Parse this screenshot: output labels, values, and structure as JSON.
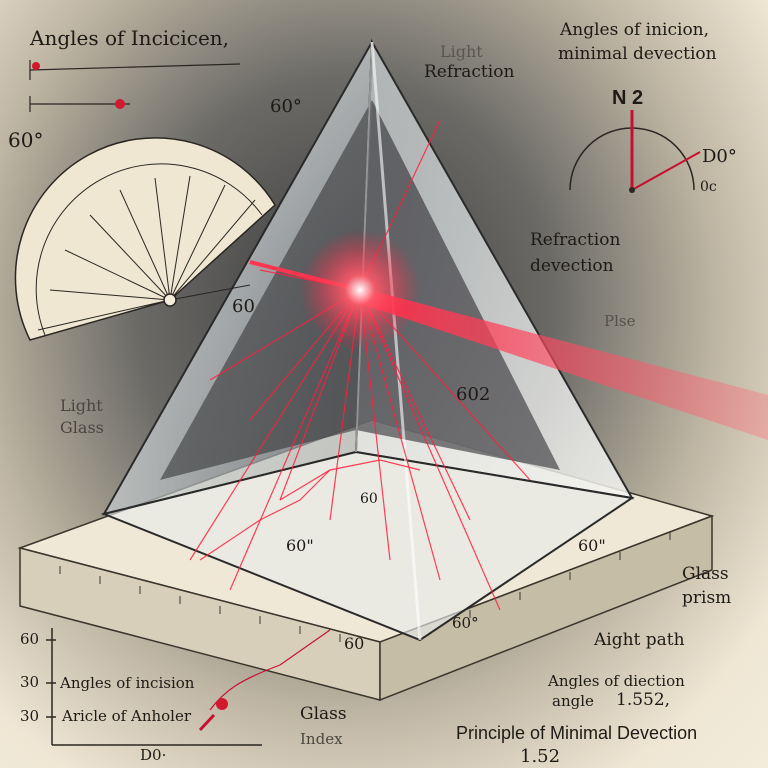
{
  "labels": {
    "top_left_title": "Angles of Incicicen,",
    "top_right_title_line1": "Angles of inicion,",
    "top_right_title_line2": "minimal devection",
    "light_refraction_line1": "Light",
    "light_refraction_line2": "Refraction",
    "angle_60_top": "60°",
    "angle_60_left": "60°",
    "compass_n": "N 2",
    "compass_d0": "D0°",
    "compass_0c": "0c",
    "refraction_devection_line1": "Refraction",
    "refraction_devection_line2": "devection",
    "plse": "Plse",
    "prism_60_left": "60",
    "prism_602": "602",
    "light_glass_line1": "Light",
    "light_glass_line2": "Glass",
    "base_60_center": "60",
    "base_60_quote": "60\"",
    "base_60_lower": "60",
    "base_60_right": "60\"",
    "base_60_far": "60°",
    "glass_prism_line1": "Glass",
    "glass_prism_line2": "prism",
    "aight_path": "Aight path",
    "angles_of_diection": "Angles of diection",
    "angle_label": "angle",
    "angle_value": "1.552,",
    "principle": "Principle of Minimal Devection",
    "principle_value": "1.52",
    "glass_index_line1": "Glass",
    "glass_index_line2": "Index",
    "graph_tick_60": "60",
    "graph_tick_30a": "30",
    "graph_tick_30b": "30",
    "graph_legend_1": "Angles of incision",
    "graph_legend_2": "Aricle of Anholer",
    "graph_x_label": "D0·"
  },
  "colors": {
    "beam": "#ff1f3d",
    "ink": "#1e1a16",
    "glass": "#dfe6ea",
    "base": "#e8e0cc"
  }
}
